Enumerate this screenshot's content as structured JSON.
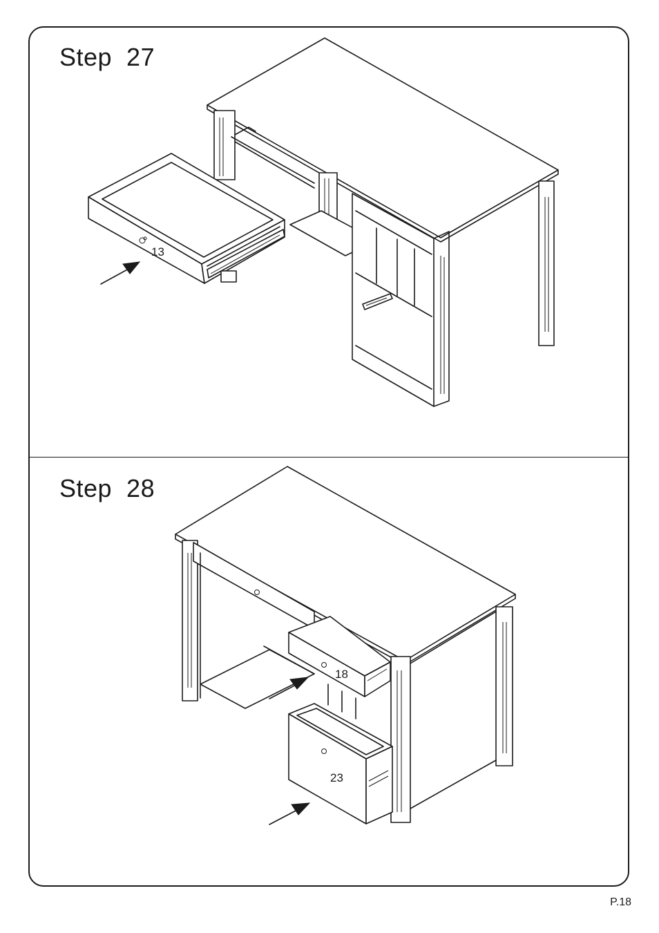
{
  "steps": [
    {
      "title": "Step  27",
      "parts": [
        "13"
      ]
    },
    {
      "title": "Step  28",
      "parts": [
        "18",
        "23"
      ]
    }
  ],
  "page_number": "P.18"
}
